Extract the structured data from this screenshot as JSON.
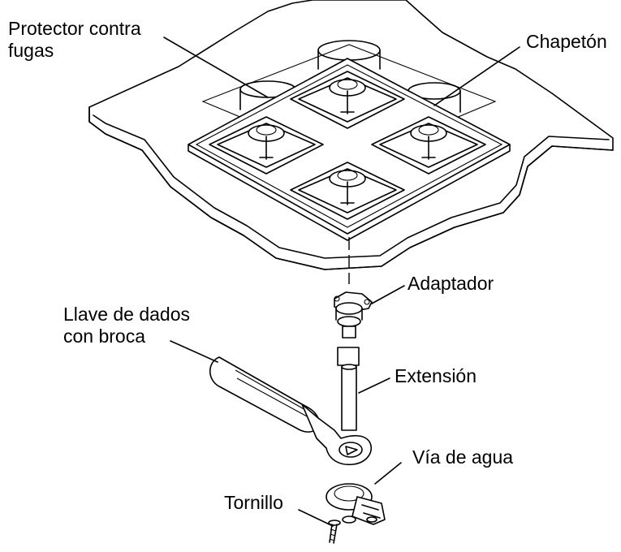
{
  "labels": {
    "leak_guard": [
      "Protector contra",
      "fugas"
    ],
    "escutcheon": "Chapetón",
    "adapter": "Adaptador",
    "socket_wrench": [
      "Llave de dados",
      "con broca"
    ],
    "extension": "Extensión",
    "waterway": "Vía de agua",
    "screw": "Tornillo"
  }
}
